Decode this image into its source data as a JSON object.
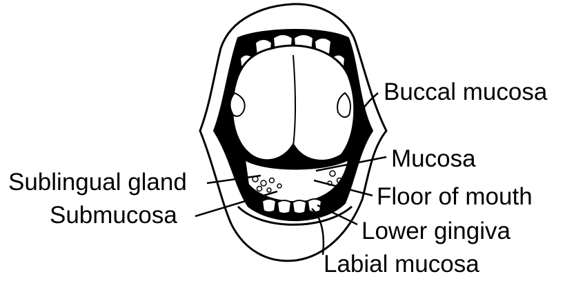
{
  "labels": {
    "buccal_mucosa": "Buccal mucosa",
    "mucosa": "Mucosa",
    "floor_of_mouth": "Floor of mouth",
    "lower_gingiva": "Lower gingiva",
    "labial_mucosa": "Labial mucosa",
    "sublingual_gland": "Sublingual gland",
    "submucosa": "Submucosa"
  },
  "colors": {
    "ink": "#000000",
    "paper": "#ffffff"
  }
}
